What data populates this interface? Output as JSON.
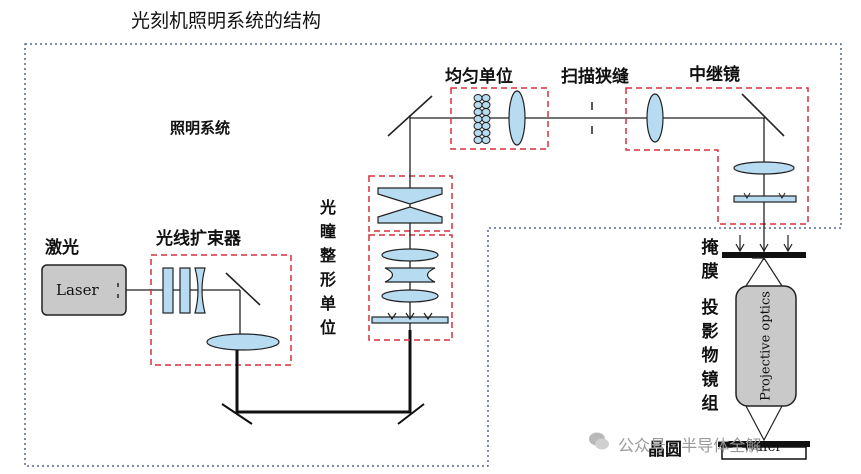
{
  "title": "光刻机照明系统的结构",
  "labels": {
    "illumination_system": "照明系统",
    "laser_cn": "激光",
    "laser": "Laser",
    "beam_expander": "光线扩束器",
    "pupil_shaping": "光瞳整形单位",
    "homogenizer": "均匀单位",
    "scan_slit": "扫描狭缝",
    "relay_lens": "中继镜",
    "mask": "掩膜",
    "projection_lens": "投影物镜组",
    "projective_optics": "Projective optics",
    "wafer_cn": "晶圆",
    "wafer": "Wafer"
  },
  "watermark": "公众号 · 半导体全解",
  "colors": {
    "outline": "#1a1a1a",
    "dashed_box": "#d6303a",
    "lens_fill": "#b7dcf2",
    "laser_fill": "#c9c9c9",
    "projective_fill": "#c9c9c9"
  }
}
